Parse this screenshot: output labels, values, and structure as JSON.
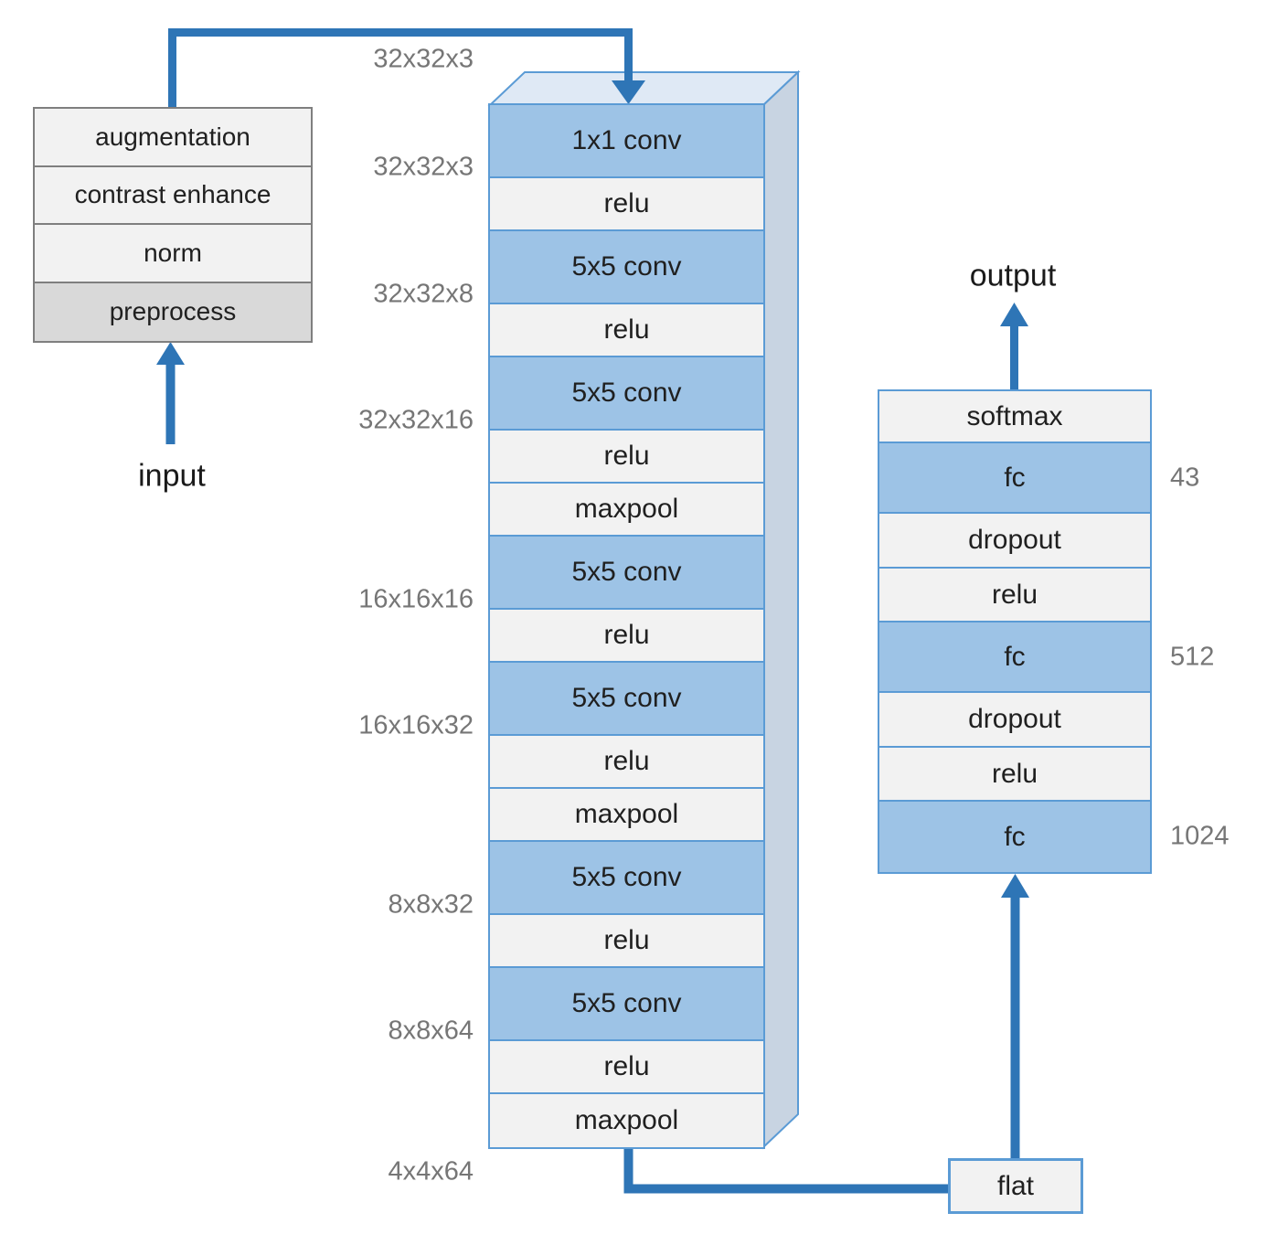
{
  "diagram": {
    "input_label": "input",
    "output_label": "output",
    "flat_label": "flat",
    "preprocess_box": {
      "rows": [
        "augmentation",
        "contrast enhance",
        "norm",
        "preprocess"
      ]
    },
    "conv_stack": {
      "layers": [
        {
          "label": "1x1 conv",
          "type": "conv"
        },
        {
          "label": "relu",
          "type": "thin"
        },
        {
          "label": "5x5 conv",
          "type": "conv"
        },
        {
          "label": "relu",
          "type": "thin"
        },
        {
          "label": "5x5 conv",
          "type": "conv"
        },
        {
          "label": "relu",
          "type": "thin"
        },
        {
          "label": "maxpool",
          "type": "thin"
        },
        {
          "label": "5x5 conv",
          "type": "conv"
        },
        {
          "label": "relu",
          "type": "thin"
        },
        {
          "label": "5x5 conv",
          "type": "conv"
        },
        {
          "label": "relu",
          "type": "thin"
        },
        {
          "label": "maxpool",
          "type": "thin"
        },
        {
          "label": "5x5 conv",
          "type": "conv"
        },
        {
          "label": "relu",
          "type": "thin"
        },
        {
          "label": "5x5 conv",
          "type": "conv"
        },
        {
          "label": "relu",
          "type": "thin"
        },
        {
          "label": "maxpool",
          "type": "thin"
        }
      ],
      "dim_labels": [
        "32x32x3",
        "32x32x3",
        "32x32x8",
        "32x32x16",
        "16x16x16",
        "16x16x32",
        "8x8x32",
        "8x8x64",
        "4x4x64"
      ]
    },
    "fc_stack": {
      "layers": [
        {
          "label": "softmax"
        },
        {
          "label": "fc",
          "units": "43"
        },
        {
          "label": "dropout"
        },
        {
          "label": "relu"
        },
        {
          "label": "fc",
          "units": "512"
        },
        {
          "label": "dropout"
        },
        {
          "label": "relu"
        },
        {
          "label": "fc",
          "units": "1024"
        }
      ]
    },
    "colors": {
      "arrow_blue": "#2E75B6",
      "stack_border_blue": "#5B9BD5",
      "conv_fill": "#9DC3E6",
      "layer_fill": "#F2F2F2",
      "preprocess_fill": "#D9D9D9",
      "preprocess_border": "#7F7F7F",
      "stack_top_face": "#DFE9F5",
      "stack_side_face": "#C8D4E2",
      "dim_text": "#767676"
    }
  }
}
